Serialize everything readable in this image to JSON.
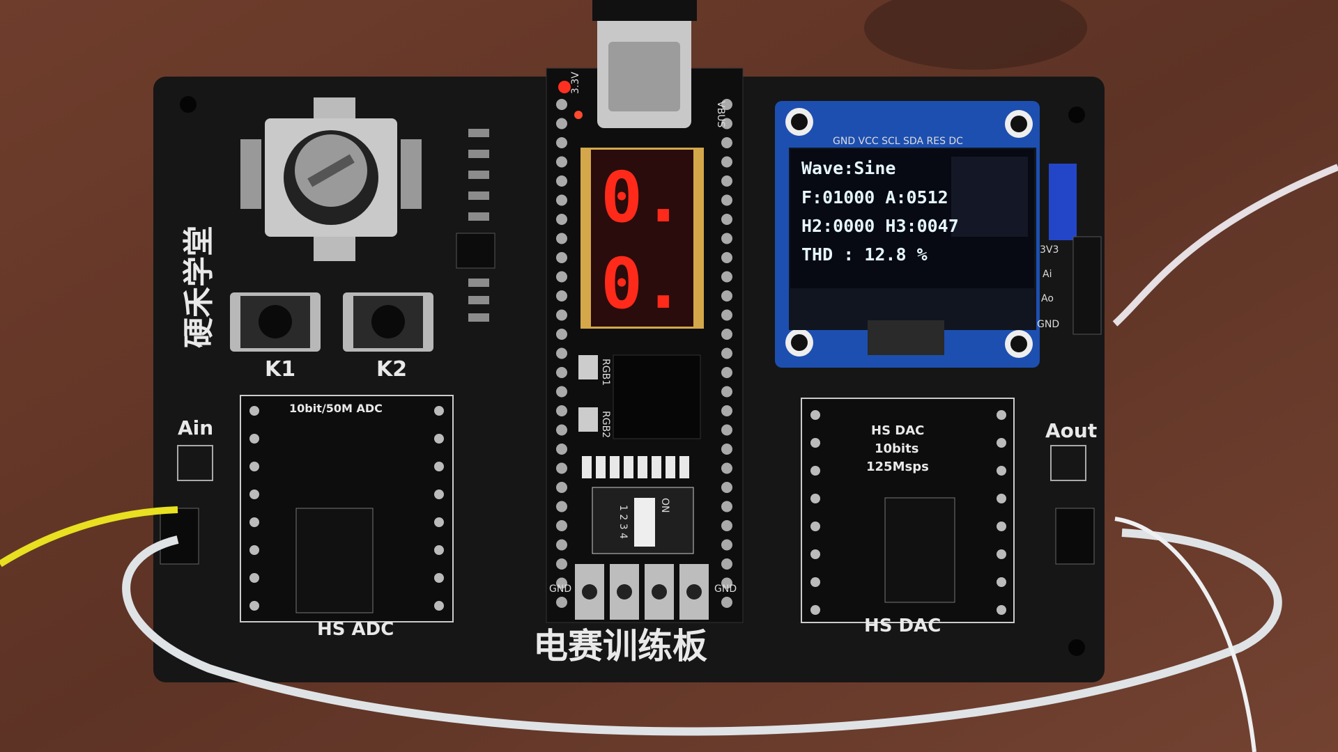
{
  "board": {
    "brand": "硬禾学堂",
    "title": "电赛训练板",
    "key1": "K1",
    "key2": "K2",
    "ain": "Ain",
    "aout": "Aout",
    "adc_module_label": "10bit/50M ADC",
    "adc_bottom_label": "HS ADC",
    "dac_module_lines": [
      "HS DAC",
      "10bits",
      "125Msps"
    ],
    "dac_bottom_label": "HS DAC",
    "right_header_labels": [
      "3V3",
      "Ai",
      "Ao",
      "GND"
    ],
    "center_labels": {
      "vbus": "VBUS",
      "v33": "3.3V",
      "rgb1": "RGB1",
      "rgb2": "RGB2",
      "dip_on": "ON",
      "dip_numbers": "1 2 3 4",
      "gnd_left": "GND",
      "gnd_right": "GND"
    }
  },
  "seven_segment": {
    "digit1": "0.",
    "digit2": "0."
  },
  "oled": {
    "pin_labels": "GND VCC SCL SDA RES DC",
    "lines": [
      "Wave:Sine",
      "F:01000 A:0512",
      "H2:0000 H3:0047",
      "THD : 12.8 %"
    ]
  },
  "colors": {
    "wood": "#6b3b2b",
    "pcb": "#161616",
    "oled_board": "#1d4fb0",
    "led_red": "#ff2a1a",
    "wire_yellow": "#e8e020",
    "wire_white": "#dfe3e6"
  }
}
